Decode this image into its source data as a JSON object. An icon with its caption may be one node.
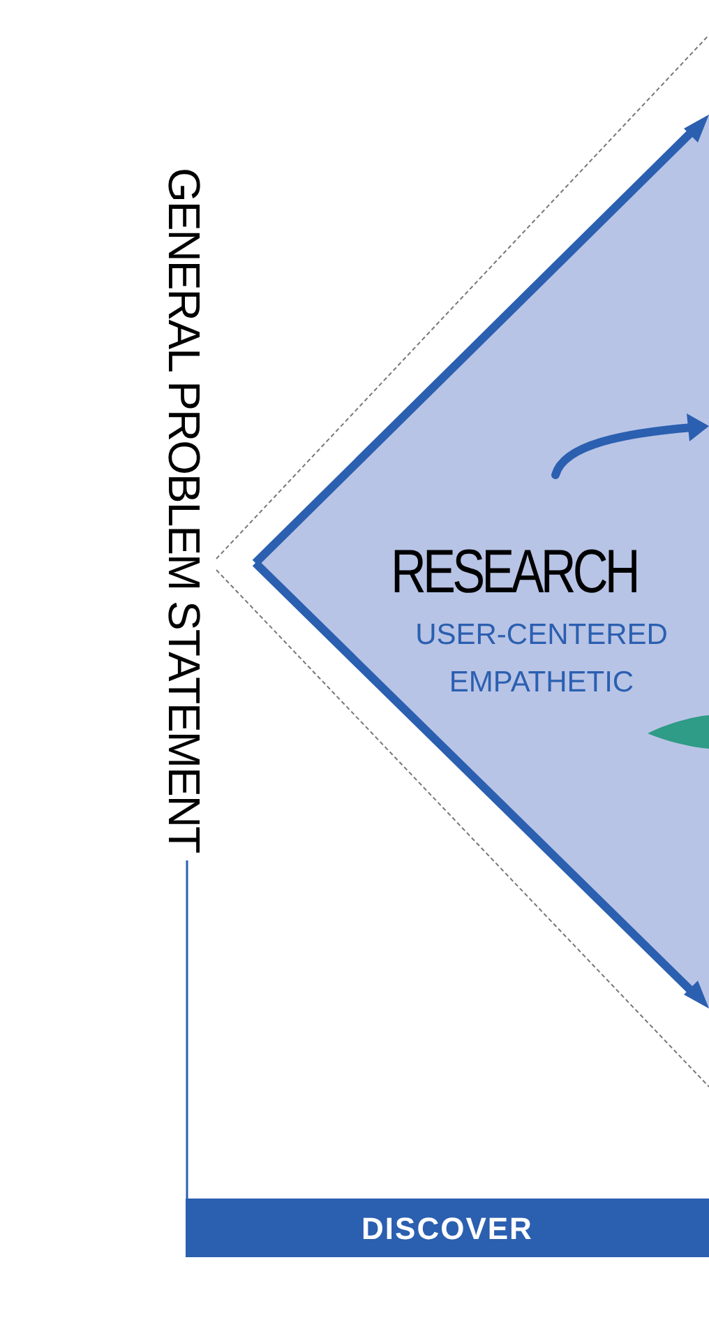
{
  "diagram": {
    "nodes": [
      {
        "text": [
          "GENERAL PROBLEM STATEMENT"
        ]
      },
      {
        "text": [
          "RESEARCH",
          "USER-CENTERED EMPATHETIC"
        ]
      },
      {
        "text": [
          "DISCOVER"
        ]
      }
    ],
    "edges": [
      {
        "from": 0,
        "to": 2,
        "arrow": "none"
      }
    ]
  }
}
